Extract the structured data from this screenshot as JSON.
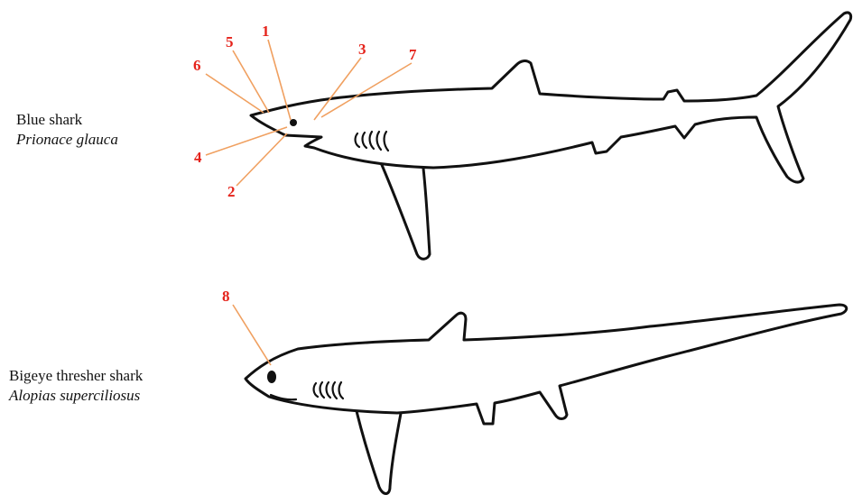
{
  "colors": {
    "annotation": "#e5231b",
    "leader_line": "#f0a060",
    "outline": "#111111"
  },
  "species": [
    {
      "common_name": "Blue shark",
      "scientific_name": "Prionace glauca"
    },
    {
      "common_name": "Bigeye thresher shark",
      "scientific_name": "Alopias superciliosus"
    }
  ],
  "annotations": [
    "1",
    "2",
    "3",
    "4",
    "5",
    "6",
    "7",
    "8"
  ]
}
